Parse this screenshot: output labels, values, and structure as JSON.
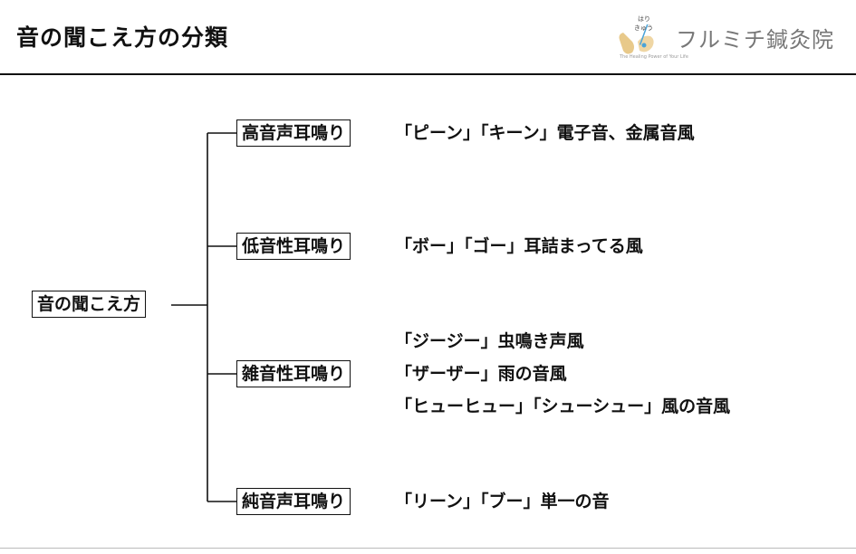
{
  "header": {
    "title": "音の聞こえ方の分類",
    "logo": {
      "clinic_name": "フルミチ鍼灸院",
      "kana_top": "はり",
      "kana_bottom": "きゅう",
      "tagline": "The Healing Power of Your Life"
    }
  },
  "diagram": {
    "root": "音の聞こえ方",
    "branches": [
      {
        "label": "高音声耳鳴り",
        "lines": [
          "「ピーン」「キーン」電子音、金属音風"
        ]
      },
      {
        "label": "低音性耳鳴り",
        "lines": [
          "「ボー」「ゴー」耳詰まってる風"
        ]
      },
      {
        "label": "雑音性耳鳴り",
        "lines": [
          "「ジージー」虫鳴き声風",
          "「ザーザー」雨の音風",
          "「ヒューヒュー」「シューシュー」風の音風"
        ]
      },
      {
        "label": "純音声耳鳴り",
        "lines": [
          "「リーン」「ブー」単一の音"
        ]
      }
    ]
  },
  "colors": {
    "text": "#111111",
    "logo_gray": "#777777",
    "logo_accent": "#e8c98a",
    "logo_blue": "#4aa3d8"
  },
  "icons": [
    "hands-logo-icon"
  ]
}
